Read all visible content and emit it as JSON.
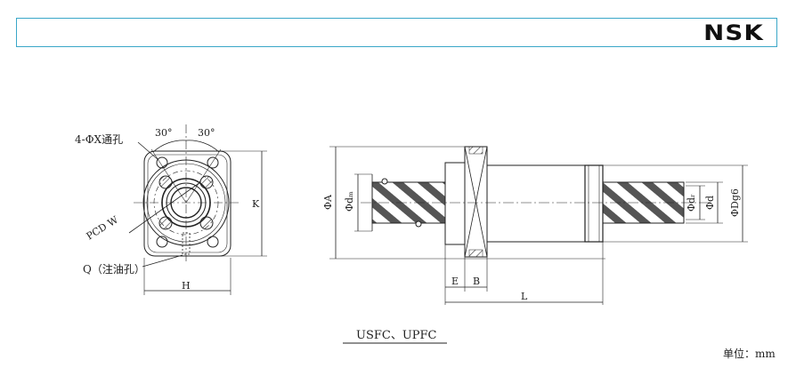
{
  "header": {
    "logo": "NSK"
  },
  "front_view": {
    "angle_left": "30°",
    "angle_right": "30°",
    "hole_label": "4-ΦX通孔",
    "pcd_label": "PCD W",
    "oil_label": "Q（注油孔）",
    "dim_h": "H",
    "dim_k": "K"
  },
  "side_view": {
    "dim_a": "ΦA",
    "dim_dm": "Φdₘ",
    "dim_dr": "Φdᵣ",
    "dim_d": "Φd",
    "dim_dg6": "ΦDg6",
    "dim_e": "E",
    "dim_b": "B",
    "dim_l": "L"
  },
  "caption": "USFC、UPFC",
  "unit": "单位：mm",
  "colors": {
    "frame": "#3aa7c8",
    "line": "#222222"
  }
}
